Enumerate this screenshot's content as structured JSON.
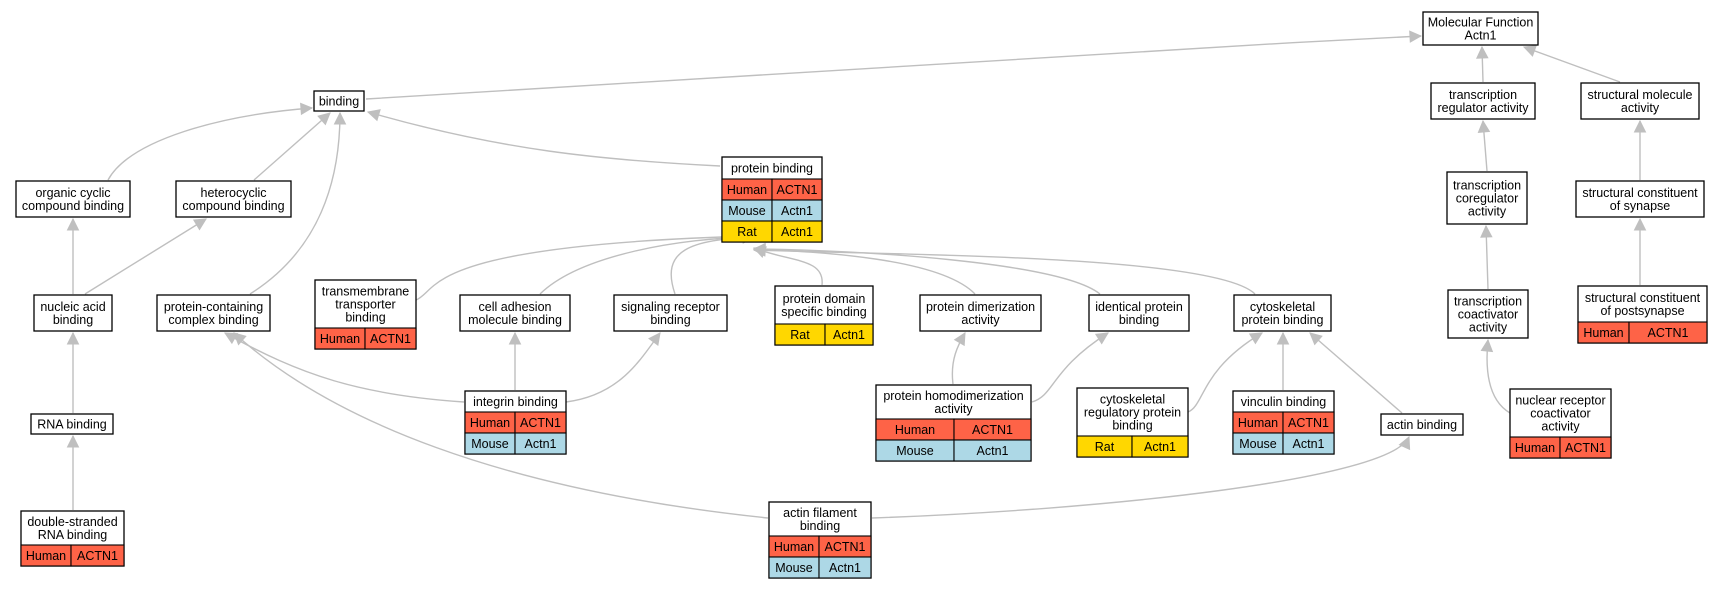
{
  "colors": {
    "human": "#fe6347",
    "mouse": "#add8e6",
    "rat": "#ffd700",
    "edge": "#bfbfbf"
  },
  "nodes": [
    {
      "id": "mf",
      "lines": [
        "Molecular Function",
        "Actn1"
      ],
      "orthologs": []
    },
    {
      "id": "binding",
      "lines": [
        "binding"
      ],
      "orthologs": []
    },
    {
      "id": "tra",
      "lines": [
        "transcription",
        "regulator activity"
      ],
      "orthologs": []
    },
    {
      "id": "sma",
      "lines": [
        "structural molecule",
        "activity"
      ],
      "orthologs": []
    },
    {
      "id": "ocb",
      "lines": [
        "organic cyclic",
        "compound binding"
      ],
      "orthologs": []
    },
    {
      "id": "hcb",
      "lines": [
        "heterocyclic",
        "compound binding"
      ],
      "orthologs": []
    },
    {
      "id": "pb",
      "lines": [
        "protein binding"
      ],
      "orthologs": [
        {
          "species": "Human",
          "gene": "ACTN1"
        },
        {
          "species": "Mouse",
          "gene": "Actn1"
        },
        {
          "species": "Rat",
          "gene": "Actn1"
        }
      ]
    },
    {
      "id": "tca",
      "lines": [
        "transcription",
        "coregulator",
        "activity"
      ],
      "orthologs": []
    },
    {
      "id": "scs",
      "lines": [
        "structural constituent",
        "of synapse"
      ],
      "orthologs": []
    },
    {
      "id": "nab",
      "lines": [
        "nucleic acid",
        "binding"
      ],
      "orthologs": []
    },
    {
      "id": "pccb",
      "lines": [
        "protein-containing",
        "complex binding"
      ],
      "orthologs": []
    },
    {
      "id": "ttb",
      "lines": [
        "transmembrane",
        "transporter",
        "binding"
      ],
      "orthologs": [
        {
          "species": "Human",
          "gene": "ACTN1"
        }
      ]
    },
    {
      "id": "camb",
      "lines": [
        "cell adhesion",
        "molecule binding"
      ],
      "orthologs": []
    },
    {
      "id": "srb",
      "lines": [
        "signaling receptor",
        "binding"
      ],
      "orthologs": []
    },
    {
      "id": "pdsb",
      "lines": [
        "protein domain",
        "specific binding"
      ],
      "orthologs": [
        {
          "species": "Rat",
          "gene": "Actn1"
        }
      ]
    },
    {
      "id": "pda",
      "lines": [
        "protein dimerization",
        "activity"
      ],
      "orthologs": []
    },
    {
      "id": "ipb",
      "lines": [
        "identical protein",
        "binding"
      ],
      "orthologs": []
    },
    {
      "id": "cpb",
      "lines": [
        "cytoskeletal",
        "protein binding"
      ],
      "orthologs": []
    },
    {
      "id": "tcoa",
      "lines": [
        "transcription",
        "coactivator",
        "activity"
      ],
      "orthologs": []
    },
    {
      "id": "scps",
      "lines": [
        "structural constituent",
        "of postsynapse"
      ],
      "orthologs": [
        {
          "species": "Human",
          "gene": "ACTN1"
        }
      ]
    },
    {
      "id": "rnab",
      "lines": [
        "RNA binding"
      ],
      "orthologs": []
    },
    {
      "id": "ib",
      "lines": [
        "integrin binding"
      ],
      "orthologs": [
        {
          "species": "Human",
          "gene": "ACTN1"
        },
        {
          "species": "Mouse",
          "gene": "Actn1"
        }
      ]
    },
    {
      "id": "phda",
      "lines": [
        "protein homodimerization",
        "activity"
      ],
      "orthologs": [
        {
          "species": "Human",
          "gene": "ACTN1"
        },
        {
          "species": "Mouse",
          "gene": "Actn1"
        }
      ]
    },
    {
      "id": "crpb",
      "lines": [
        "cytoskeletal",
        "regulatory protein",
        "binding"
      ],
      "orthologs": [
        {
          "species": "Rat",
          "gene": "Actn1"
        }
      ]
    },
    {
      "id": "vb",
      "lines": [
        "vinculin binding"
      ],
      "orthologs": [
        {
          "species": "Human",
          "gene": "ACTN1"
        },
        {
          "species": "Mouse",
          "gene": "Actn1"
        }
      ]
    },
    {
      "id": "ab",
      "lines": [
        "actin binding"
      ],
      "orthologs": []
    },
    {
      "id": "nrca",
      "lines": [
        "nuclear receptor",
        "coactivator",
        "activity"
      ],
      "orthologs": [
        {
          "species": "Human",
          "gene": "ACTN1"
        }
      ]
    },
    {
      "id": "dsrb",
      "lines": [
        "double-stranded",
        "RNA binding"
      ],
      "orthologs": [
        {
          "species": "Human",
          "gene": "ACTN1"
        }
      ]
    },
    {
      "id": "afb",
      "lines": [
        "actin filament",
        "binding"
      ],
      "orthologs": [
        {
          "species": "Human",
          "gene": "ACTN1"
        },
        {
          "species": "Mouse",
          "gene": "Actn1"
        }
      ]
    }
  ],
  "edges": [
    {
      "from": "binding",
      "to": "mf"
    },
    {
      "from": "tra",
      "to": "mf"
    },
    {
      "from": "sma",
      "to": "mf"
    },
    {
      "from": "ocb",
      "to": "binding"
    },
    {
      "from": "hcb",
      "to": "binding"
    },
    {
      "from": "pccb",
      "to": "binding"
    },
    {
      "from": "pb",
      "to": "binding"
    },
    {
      "from": "tca",
      "to": "tra"
    },
    {
      "from": "scs",
      "to": "sma"
    },
    {
      "from": "nab",
      "to": "ocb"
    },
    {
      "from": "nab",
      "to": "hcb"
    },
    {
      "from": "ttb",
      "to": "pb"
    },
    {
      "from": "camb",
      "to": "pb"
    },
    {
      "from": "srb",
      "to": "pb"
    },
    {
      "from": "pdsb",
      "to": "pb"
    },
    {
      "from": "pda",
      "to": "pb"
    },
    {
      "from": "ipb",
      "to": "pb"
    },
    {
      "from": "cpb",
      "to": "pb"
    },
    {
      "from": "tcoa",
      "to": "tca"
    },
    {
      "from": "scps",
      "to": "scs"
    },
    {
      "from": "rnab",
      "to": "nab"
    },
    {
      "from": "ib",
      "to": "camb"
    },
    {
      "from": "ib",
      "to": "srb"
    },
    {
      "from": "ib",
      "to": "pccb"
    },
    {
      "from": "phda",
      "to": "pda"
    },
    {
      "from": "phda",
      "to": "ipb"
    },
    {
      "from": "crpb",
      "to": "cpb"
    },
    {
      "from": "vb",
      "to": "cpb"
    },
    {
      "from": "ab",
      "to": "cpb"
    },
    {
      "from": "nrca",
      "to": "tcoa"
    },
    {
      "from": "dsrb",
      "to": "rnab"
    },
    {
      "from": "afb",
      "to": "pccb"
    },
    {
      "from": "afb",
      "to": "ab"
    }
  ]
}
